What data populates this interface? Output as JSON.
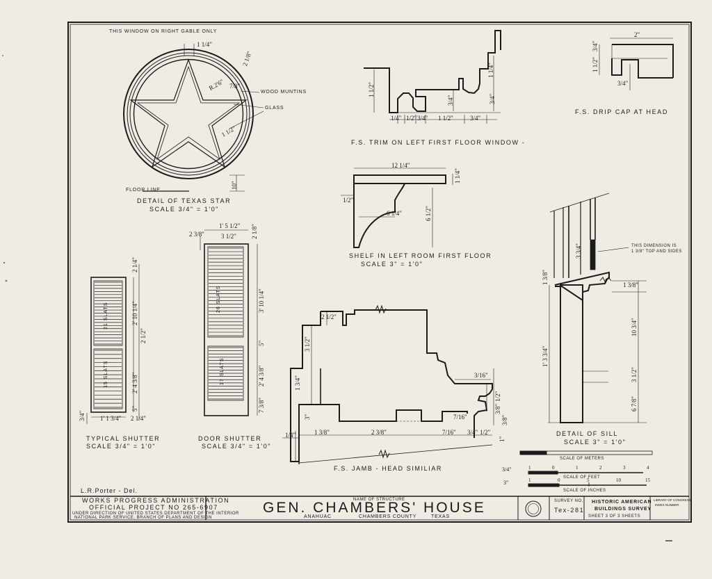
{
  "labels": {
    "window_note": "This Window On Right Gable Only",
    "wood_muntins": "Wood Muntins",
    "glass": "Glass",
    "floor_line": "Floor Line",
    "star_title": "Detail Of Texas Star",
    "star_scale": "Scale 3/4\" = 1'0\"",
    "trim_title": "F.S. Trim On Left First Floor Window -",
    "drip_title": "F.S. Drip Cap At Head",
    "shelf_title": "Shelf In Left Room First Floor",
    "shelf_scale": "Scale 3\" = 1'0\"",
    "dimension_note_1": "This Dimension Is",
    "dimension_note_2": "1 3/8\" Top And Sides",
    "typical_shutter": "Typical Shutter",
    "typical_shutter_scale": "Scale 3/4\" = 1'0\"",
    "door_shutter": "Door Shutter",
    "door_shutter_scale": "Scale 3/4\" = 1'0\"",
    "jamb_title": "F.S. Jamb - Head Similiar",
    "sill_title": "Detail Of Sill",
    "sill_scale": "Scale 3\" = 1'0\"",
    "slats_21": "21 Slats",
    "slats_15": "15 Slats",
    "slats_26": "26 Slats",
    "slats_17": "17 Slats",
    "delineator": "L.R.Porter - Del."
  },
  "scales": {
    "meters": "Scale of Meters",
    "feet": "Scale Of Feet",
    "inches": "Scale of Inches",
    "prefix_feet": "3/4\"",
    "prefix_inches": "3\"",
    "meter_ticks": [
      "1",
      "0",
      "1",
      "2",
      "3",
      "4"
    ],
    "inch_ticks": [
      "1",
      "0",
      "5",
      "10",
      "15"
    ]
  },
  "title_block": {
    "agency_line1": "Works Progress Administration",
    "agency_line2": "Official Project No 265-6907",
    "agency_line3": "Under Direction of United States Department of the Interior",
    "agency_line4": "National Park Service, Branch of Plans and Design",
    "structure_caption": "Name of Structure",
    "structure_name": "Gen. Chambers' House",
    "location_town": "Anahuac",
    "location_county": "Chambers County",
    "location_state": "Texas",
    "survey_caption": "Survey No.",
    "survey_no": "Tex-281",
    "habs_line1": "Historic American",
    "habs_line2": "Buildings Survey",
    "sheet": "Sheet 3 of 3 Sheets",
    "library_line1": "Library of Congress",
    "library_line2": "Index Number"
  },
  "dimensions": {
    "star_top": "1 1/4\"",
    "star_r1": "2 1/8\"",
    "star_r2": "R.2'6\"",
    "star_r3": "7/8\"",
    "star_inner": "1 1/2\"",
    "star_floor": "10\"",
    "trim_left": "1 1/2\"",
    "trim_right": "1 1/4\"",
    "trim_mid": "3/4\"",
    "trim_b1": "1/4\"",
    "trim_b2": "1/2\"",
    "trim_b3": "3/4\"",
    "trim_b4": "1 1/2\"",
    "trim_b5": "3/4\"",
    "trim_r2": "3/4\"",
    "drip_top": "2\"",
    "drip_left1": "3/4\"",
    "drip_left2": "1 1/2\"",
    "drip_mid": "3/4\"",
    "shelf_top": "12 1/4\"",
    "shelf_thick": "1 1/4\"",
    "shelf_left": "1/2\"",
    "shelf_inner": "6 1/4\"",
    "shelf_right": "6 1/2\"",
    "shutter_top": "2 1/4\"",
    "shutter_h1": "2' 10 1/4\"",
    "shutter_mid": "2 1/2\"",
    "shutter_h2": "2' 4 3/8\"",
    "shutter_bot": "5\"",
    "shutter_w": "1' 1 3/4\"",
    "shutter_side": "2 1/4\"",
    "shutter_left": "3/4\"",
    "door_w": "1' 5 1/2\"",
    "door_w2": "3 1/2\"",
    "door_top": "2 1/8\"",
    "door_left": "2 3/8\"",
    "door_h1": "3' 10 1/4\"",
    "door_mid": "5\"",
    "door_h2": "2' 4 3/8\"",
    "door_bot": "7 3/8\"",
    "jamb_t1": "2 1/2\"",
    "jamb_l1": "3 1/2\"",
    "jamb_l2": "1 3/4\"",
    "jamb_l3": "3\"",
    "jamb_b1": "1 3/8\"",
    "jamb_b2": "2 3/8\"",
    "jamb_b3": "7/16\"",
    "jamb_b4": "3/4\"",
    "jamb_b5": "1/2\"",
    "jamb_left": "1/4\"",
    "jamb_r1": "3/16\"",
    "jamb_r2": "1/2\"",
    "jamb_r3": "3/8\"",
    "jamb_r4": "3/8\"",
    "jamb_r5": "1\"",
    "jamb_mid": "7/16\"",
    "sill_top": "3 3/4\"",
    "sill_l1": "1 3/8\"",
    "sill_l2": "1' 3 3/4\"",
    "sill_r1": "1 3/8\"",
    "sill_r2": "10 3/4\"",
    "sill_r3": "3 1/2\"",
    "sill_r4": "6 7/8\""
  }
}
